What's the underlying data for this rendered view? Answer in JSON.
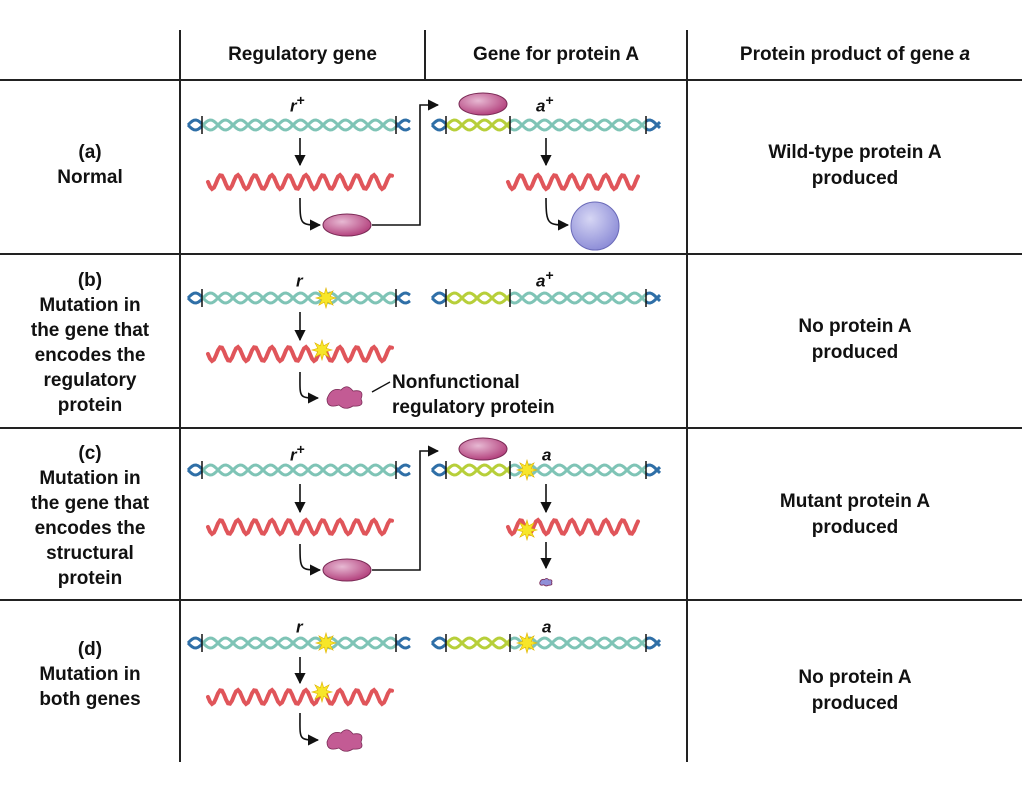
{
  "headers": {
    "col1": "Regulatory gene",
    "col2": "Gene for protein A",
    "col3_prefix": "Protein product of gene ",
    "col3_gene": "a"
  },
  "rows": [
    {
      "label": [
        "(a)",
        "Normal"
      ],
      "result": [
        "Wild-type protein A",
        "produced"
      ],
      "reg_gene": {
        "letter": "r",
        "sup": "+"
      },
      "struct_gene": {
        "letter": "a",
        "sup": "+"
      }
    },
    {
      "label": [
        "(b)",
        "Mutation in",
        "the gene that",
        "encodes the",
        "regulatory",
        "protein"
      ],
      "result": [
        "No protein A",
        "produced"
      ],
      "reg_gene": {
        "letter": "r",
        "sup": ""
      },
      "struct_gene": {
        "letter": "a",
        "sup": "+"
      },
      "note": [
        "Nonfunctional",
        "regulatory protein"
      ]
    },
    {
      "label": [
        "(c)",
        "Mutation in",
        "the gene that",
        "encodes the",
        "structural",
        "protein"
      ],
      "result": [
        "Mutant protein A",
        "produced"
      ],
      "reg_gene": {
        "letter": "r",
        "sup": "+"
      },
      "struct_gene": {
        "letter": "a",
        "sup": ""
      }
    },
    {
      "label": [
        "(d)",
        "Mutation in",
        "both genes"
      ],
      "result": [
        "No protein A",
        "produced"
      ],
      "reg_gene": {
        "letter": "r",
        "sup": ""
      },
      "struct_gene": {
        "letter": "a",
        "sup": ""
      }
    }
  ],
  "colors": {
    "dna_strand": "#7fc4b6",
    "dna_end": "#2f6fa7",
    "promoter": "#b7cf3a",
    "mrna": "#e0555a",
    "mutation": "#f7e629",
    "regulator": "#b03a78",
    "protein_a": "#8f8fd8",
    "grid": "#222222"
  }
}
